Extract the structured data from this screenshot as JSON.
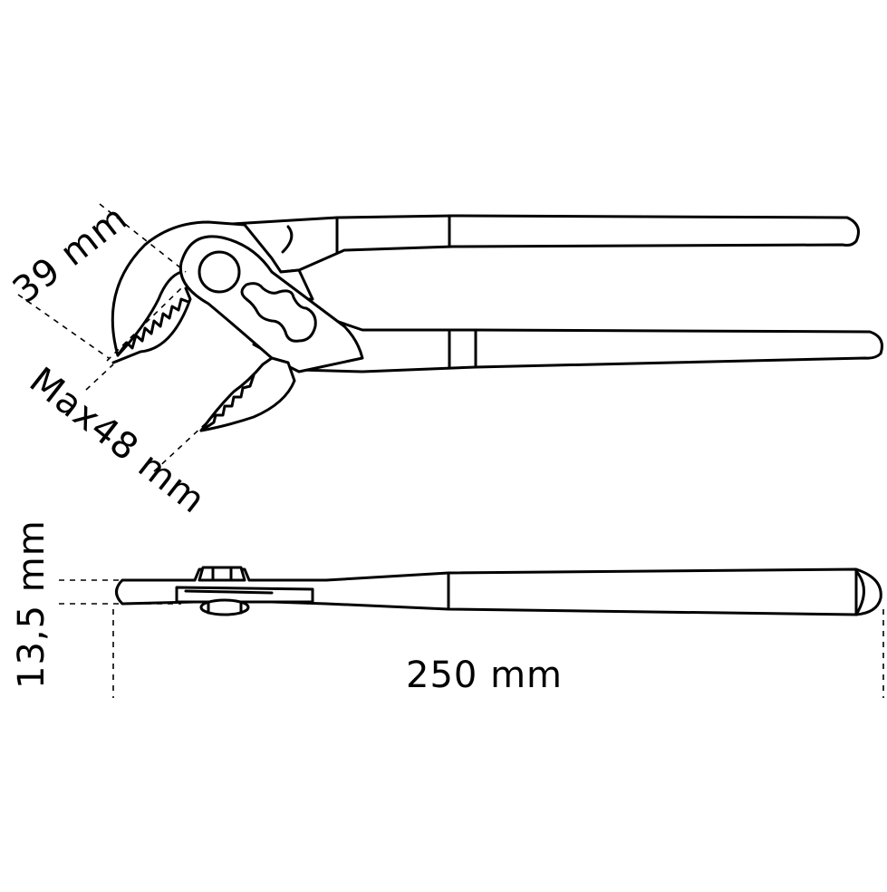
{
  "dimensions": {
    "jaw_length": "39 mm",
    "max_opening": "Max48 mm",
    "thickness": "13,5 mm",
    "total_length": "250 mm"
  },
  "colors": {
    "line": "#000000",
    "background": "#ffffff"
  }
}
